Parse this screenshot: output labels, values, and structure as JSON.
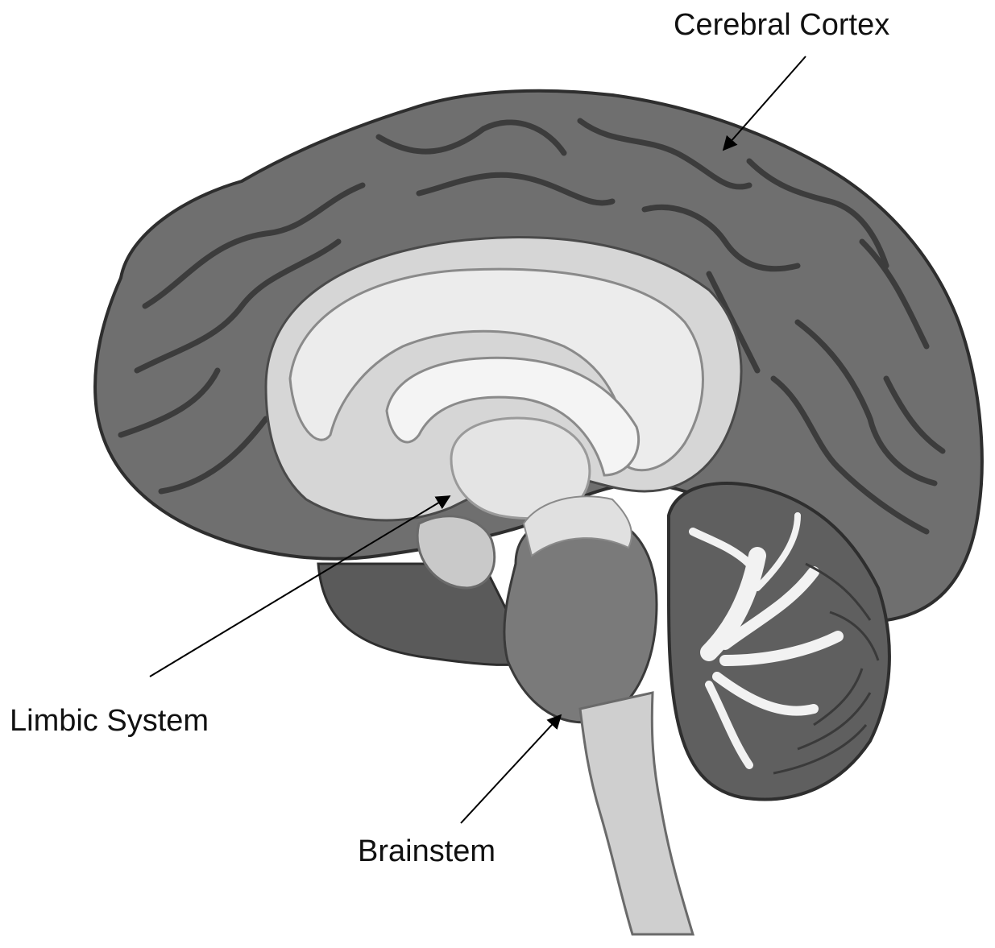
{
  "labels": {
    "cerebral_cortex": "Cerebral Cortex",
    "limbic_system": "Limbic System",
    "brainstem": "Brainstem"
  },
  "colors": {
    "cortex": "#6f6f6f",
    "cortex_dark": "#4a4a4a",
    "white_matter": "#d6d6d6",
    "corpus_callosum": "#ececec",
    "brainstem": "#7a7a7a",
    "spinal_cord": "#cfcfcf",
    "cerebellum": "#5f5f5f",
    "cerebellum_light": "#f2f2f2"
  }
}
